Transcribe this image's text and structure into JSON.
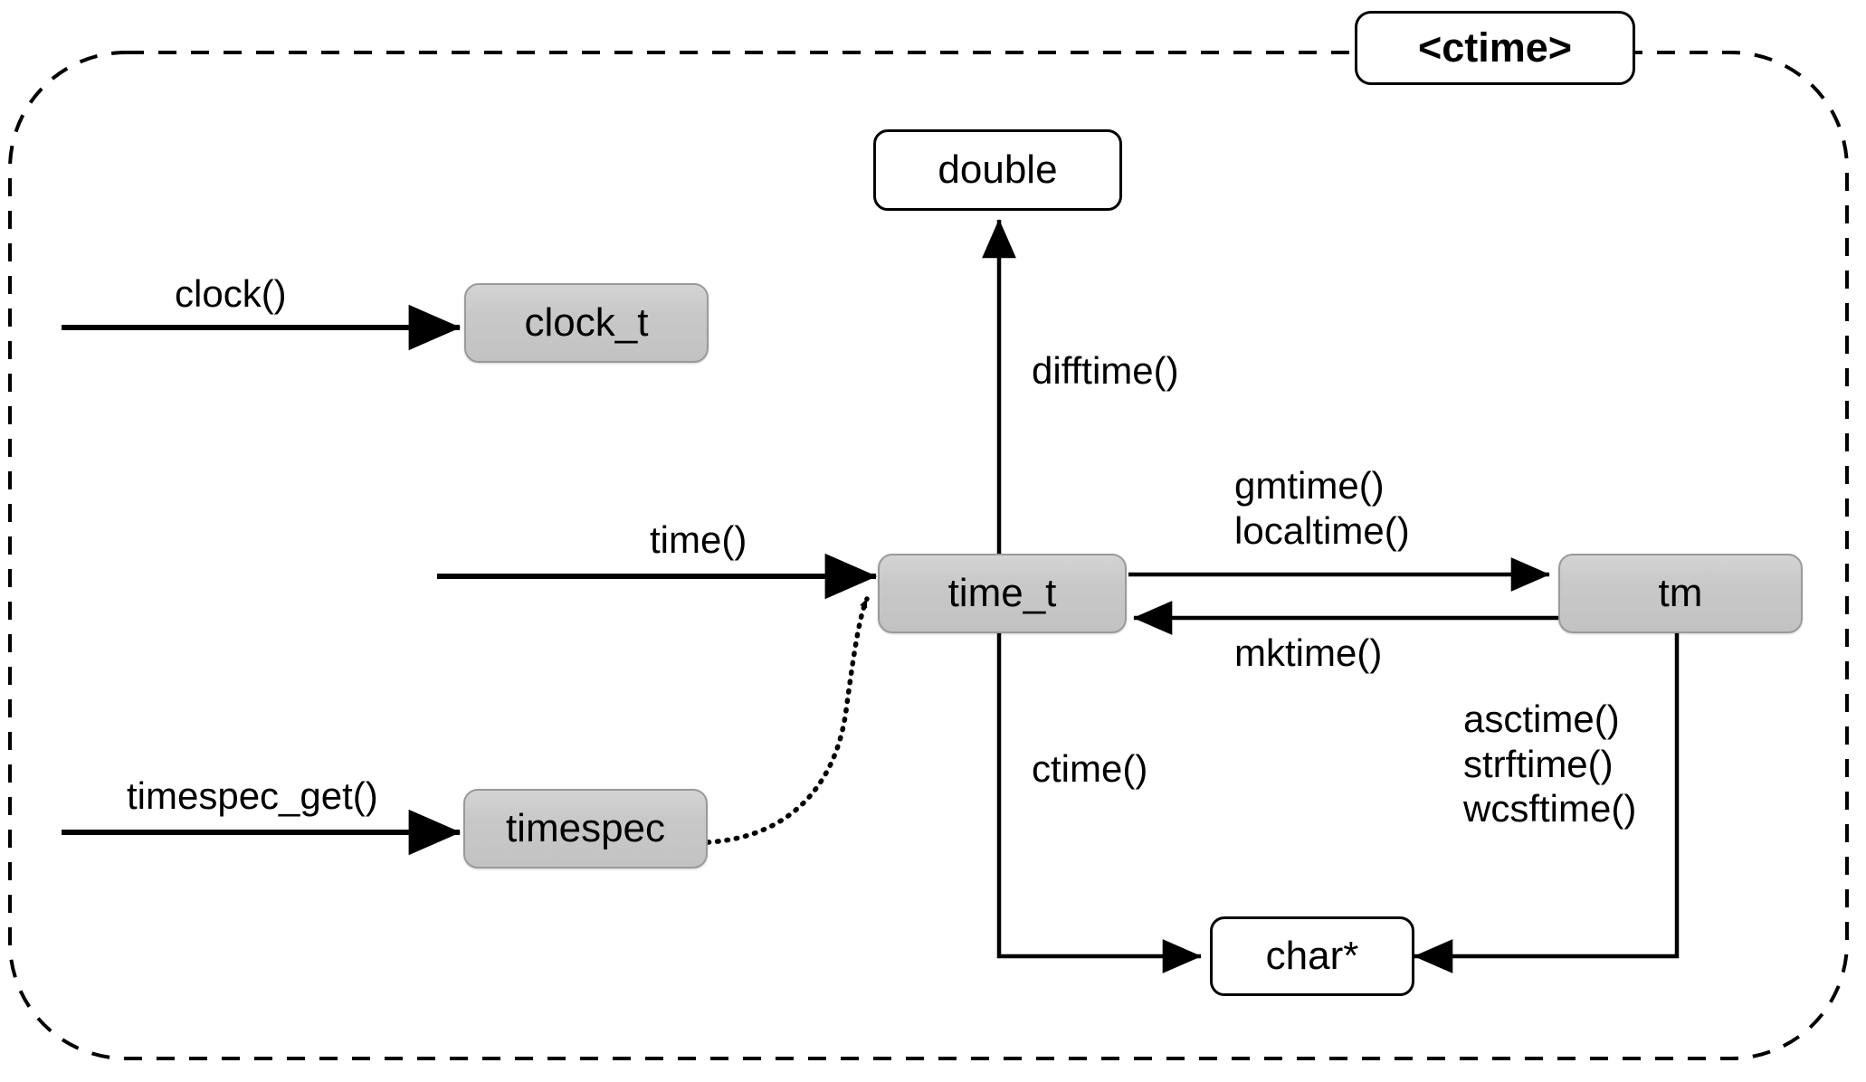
{
  "diagram": {
    "title": "<ctime>",
    "container_style": "dashed-rounded-rectangle",
    "nodes": [
      {
        "id": "clock_t",
        "label": "clock_t",
        "kind": "type-gray"
      },
      {
        "id": "time_t",
        "label": "time_t",
        "kind": "type-gray"
      },
      {
        "id": "timespec",
        "label": "timespec",
        "kind": "type-gray"
      },
      {
        "id": "tm",
        "label": "tm",
        "kind": "type-gray"
      },
      {
        "id": "double",
        "label": "double",
        "kind": "type-white"
      },
      {
        "id": "char_ptr",
        "label": "char*",
        "kind": "type-white"
      }
    ],
    "edges": [
      {
        "id": "e_clock",
        "label": "clock()",
        "from": "",
        "to": "clock_t",
        "style": "solid"
      },
      {
        "id": "e_time",
        "label": "time()",
        "from": "",
        "to": "time_t",
        "style": "solid"
      },
      {
        "id": "e_timespec_get",
        "label": "timespec_get()",
        "from": "",
        "to": "timespec",
        "style": "solid"
      },
      {
        "id": "e_timespec_rel",
        "label": "",
        "from": "timespec",
        "to": "time_t",
        "style": "dotted"
      },
      {
        "id": "e_difftime",
        "label": "difftime()",
        "from": "time_t",
        "to": "double",
        "style": "solid"
      },
      {
        "id": "e_gm_local",
        "label": "gmtime()\nlocaltime()",
        "from": "time_t",
        "to": "tm",
        "style": "solid"
      },
      {
        "id": "e_mktime",
        "label": "mktime()",
        "from": "tm",
        "to": "time_t",
        "style": "solid"
      },
      {
        "id": "e_ctime",
        "label": "ctime()",
        "from": "time_t",
        "to": "char_ptr",
        "style": "solid"
      },
      {
        "id": "e_str",
        "label": "asctime()\nstrftime()\nwcsftime()",
        "from": "tm",
        "to": "char_ptr",
        "style": "solid"
      }
    ],
    "labels": {
      "clock": "clock()",
      "time": "time()",
      "timespec_get": "timespec_get()",
      "difftime": "difftime()",
      "gmtime": "gmtime()",
      "localtime": "localtime()",
      "mktime": "mktime()",
      "ctime": "ctime()",
      "asctime": "asctime()",
      "strftime": "strftime()",
      "wcsftime": "wcsftime()"
    },
    "colors": {
      "type_fill": "#c9c9c9",
      "type_border": "#9a9a9a",
      "plain_fill": "#ffffff",
      "stroke": "#000000",
      "background": "#ffffff"
    }
  }
}
